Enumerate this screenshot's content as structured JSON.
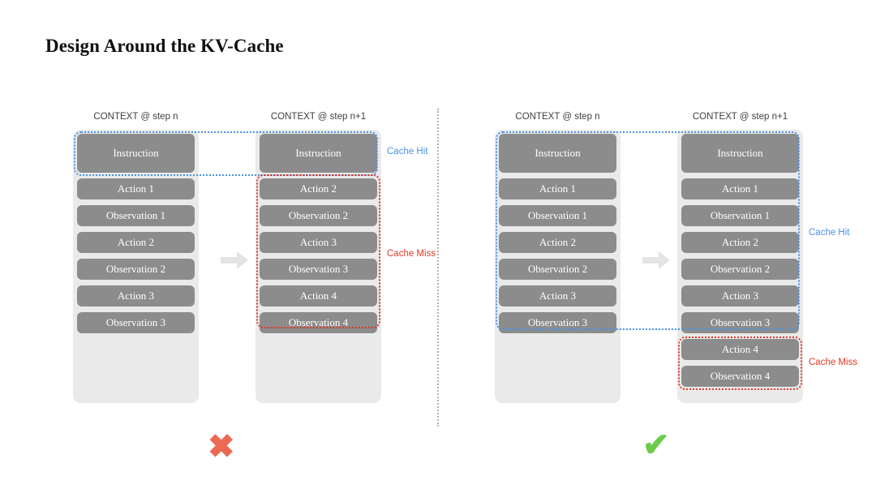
{
  "title": "Design Around the KV-Cache",
  "labels": {
    "cache_hit": "Cache Hit",
    "cache_miss": "Cache Miss",
    "step_n": "CONTEXT @ step n",
    "step_n1": "CONTEXT @ step n+1",
    "bad_mark": "✖",
    "good_mark": "✔"
  },
  "colors": {
    "cache_hit": "#4a93e8",
    "cache_miss": "#e03a28",
    "cell": "#8c8c8c",
    "panel": "#eaeaea",
    "bad_mark": "#ec6a52",
    "good_mark": "#6dcb4a",
    "divider": "#b4b4b4"
  },
  "bad_example": {
    "verdict": "✖",
    "step_n": {
      "header": "CONTEXT @ step n",
      "cells": [
        "Instruction",
        "Action 1",
        "Observation 1",
        "Action 2",
        "Observation 2",
        "Action 3",
        "Observation 3"
      ]
    },
    "step_n1": {
      "header": "CONTEXT @ step n+1",
      "cells": [
        "Instruction",
        "Action 2",
        "Observation 2",
        "Action 3",
        "Observation 3",
        "Action 4",
        "Observation 4"
      ]
    },
    "hit_label": "Cache Hit",
    "miss_label": "Cache Miss"
  },
  "good_example": {
    "verdict": "✔",
    "step_n": {
      "header": "CONTEXT @ step n",
      "cells": [
        "Instruction",
        "Action 1",
        "Observation 1",
        "Action 2",
        "Observation 2",
        "Action 3",
        "Observation 3"
      ]
    },
    "step_n1": {
      "header": "CONTEXT @ step n+1",
      "cells": [
        "Instruction",
        "Action 1",
        "Observation 1",
        "Action 2",
        "Observation 2",
        "Action 3",
        "Observation 3",
        "Action 4",
        "Observation 4"
      ]
    },
    "hit_label": "Cache Hit",
    "miss_label": "Cache Miss"
  }
}
